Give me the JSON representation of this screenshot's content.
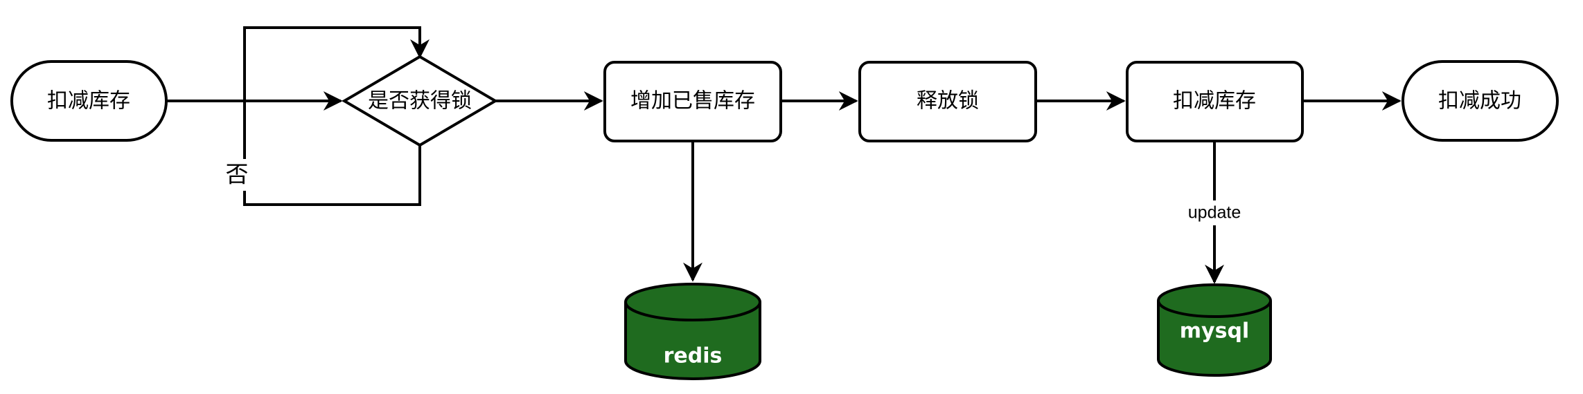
{
  "nodes": {
    "start": "扣减库存",
    "decision": "是否获得锁",
    "add_sold": "增加已售库存",
    "release": "释放锁",
    "deduct": "扣减库存",
    "end": "扣减成功"
  },
  "databases": {
    "redis": "redis",
    "mysql": "mysql"
  },
  "edge_labels": {
    "no": "否",
    "update": "update"
  },
  "colors": {
    "db_fill": "#1f6b1f",
    "db_stroke": "#000000",
    "line": "#000000"
  }
}
